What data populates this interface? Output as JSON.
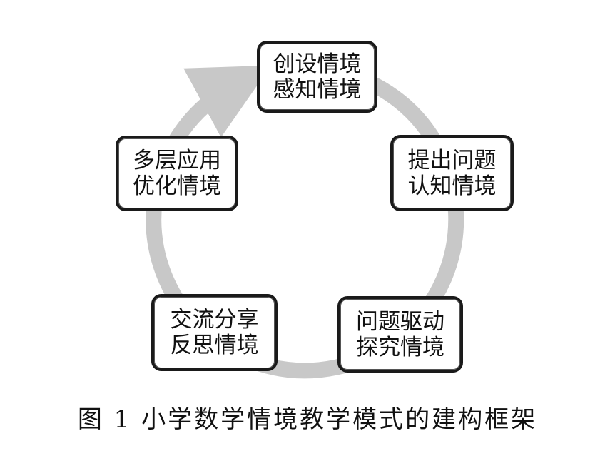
{
  "diagram": {
    "nodes": [
      {
        "line1": "创设情境",
        "line2": "感知情境"
      },
      {
        "line1": "提出问题",
        "line2": "认知情境"
      },
      {
        "line1": "问题驱动",
        "line2": "探究情境"
      },
      {
        "line1": "交流分享",
        "line2": "反思情境"
      },
      {
        "line1": "多层应用",
        "line2": "优化情境"
      }
    ],
    "cycle_color": "#c8c8c8",
    "border_color": "#1a1a1a"
  },
  "caption": "图 1 小学数学情境教学模式的建构框架"
}
